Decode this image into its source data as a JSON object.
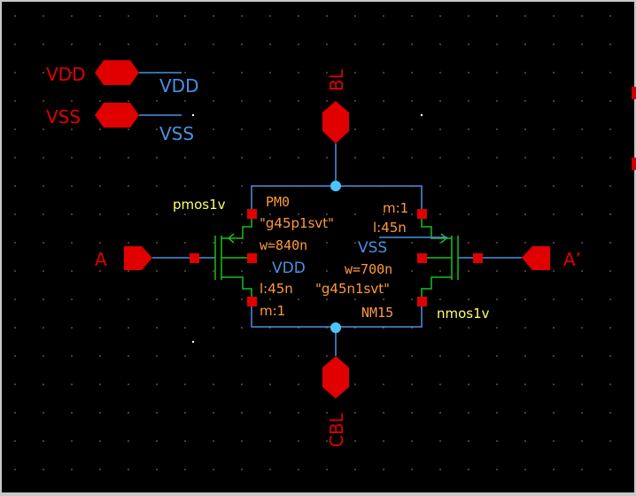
{
  "colors": {
    "background": "#000000",
    "wire": "#4a90e2",
    "pin": "#e00000",
    "terminal": "#e00000",
    "device": "#19c019",
    "device_label": "#ffff66",
    "param": "#ff9a3c",
    "net_label": "#4a90e2",
    "junction": "#4fc3ff",
    "grid": "#8a8a8a"
  },
  "pins": {
    "vdd": "VDD",
    "vss": "VSS",
    "bl": "BL",
    "cbl": "CBL",
    "a": "A",
    "a_prime": "A’"
  },
  "net_labels": {
    "vdd_top": "VDD",
    "vss_top": "VSS",
    "vdd_pmos_body": "VDD",
    "vss_nmos_body": "VSS"
  },
  "pmos": {
    "cell": "pmos1v",
    "instance": "PM0",
    "model": "\"g45p1svt\"",
    "w": "w=840n",
    "l": "l:45n",
    "m": "m:1"
  },
  "nmos": {
    "cell": "nmos1v",
    "instance": "NM15",
    "model": "\"g45n1svt\"",
    "w": "w=700n",
    "l": "l:45n",
    "m": "m:1"
  }
}
